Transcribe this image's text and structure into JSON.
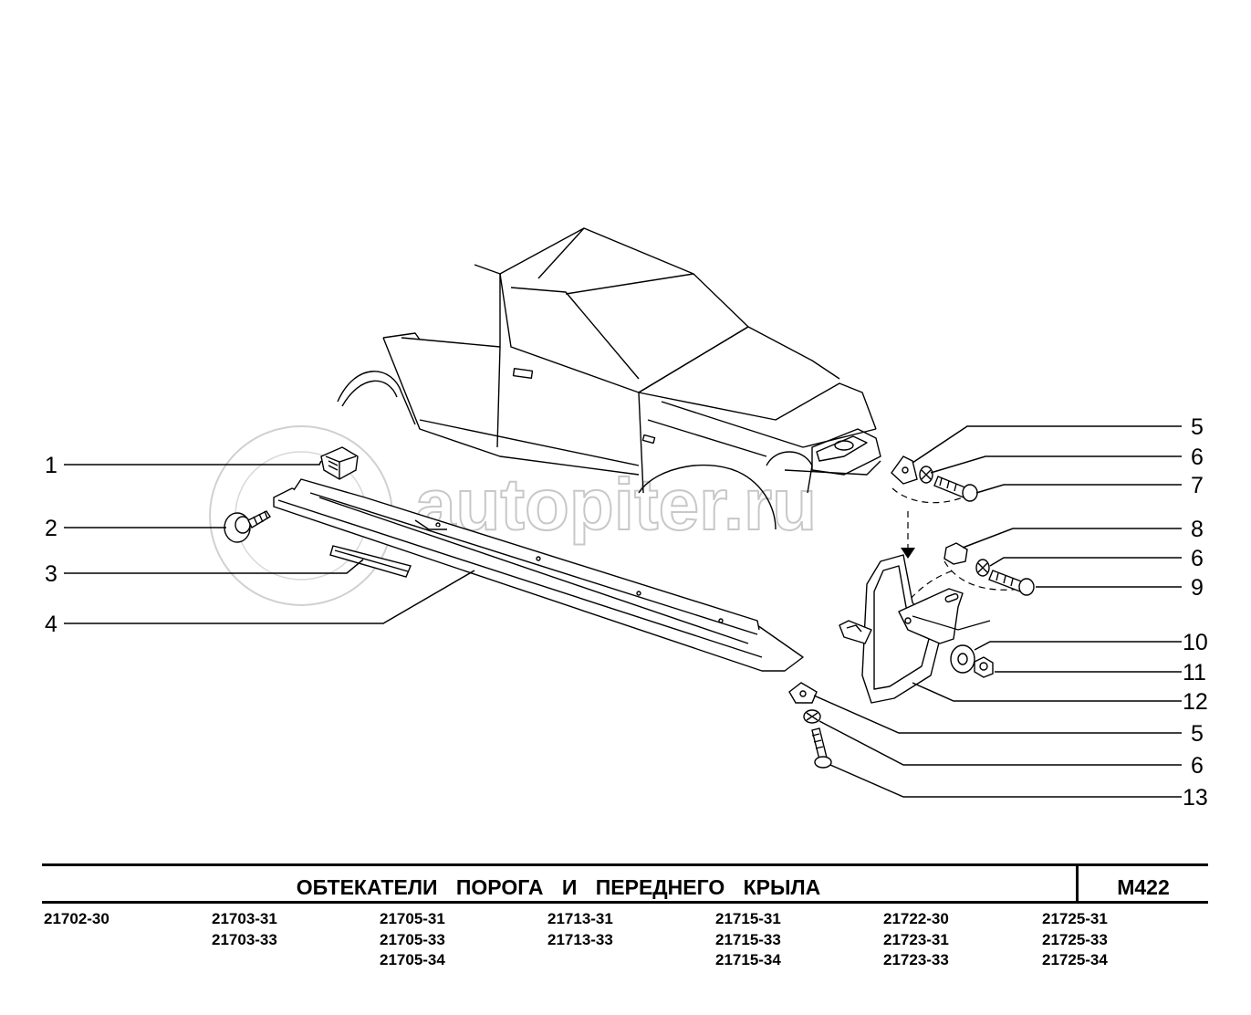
{
  "watermark": "autopiter.ru",
  "callouts": [
    {
      "label": "1"
    },
    {
      "label": "2"
    },
    {
      "label": "3"
    },
    {
      "label": "4"
    },
    {
      "label": "5"
    },
    {
      "label": "6"
    },
    {
      "label": "7"
    },
    {
      "label": "8"
    },
    {
      "label": "6"
    },
    {
      "label": "9"
    },
    {
      "label": "10"
    },
    {
      "label": "11"
    },
    {
      "label": "12"
    },
    {
      "label": "5"
    },
    {
      "label": "6"
    },
    {
      "label": "13"
    }
  ],
  "title": "ОБТЕКАТЕЛИ ПОРОГА И ПЕРЕДНЕГО КРЫЛА",
  "code": "M422",
  "models": [
    [
      "21702-30"
    ],
    [
      "21703-31",
      "21703-33"
    ],
    [
      "21705-31",
      "21705-33",
      "21705-34"
    ],
    [
      "21713-31",
      "21713-33"
    ],
    [
      "21715-31",
      "21715-33",
      "21715-34"
    ],
    [
      "21722-30",
      "21723-31",
      "21723-33"
    ],
    [
      "21725-31",
      "21725-33",
      "21725-34"
    ]
  ]
}
